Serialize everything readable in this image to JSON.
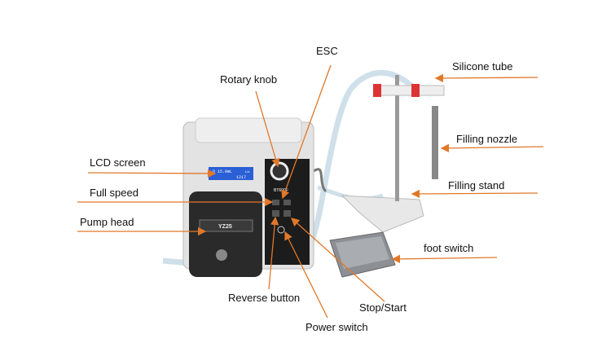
{
  "colors": {
    "arrow": "#e0782a",
    "lcd": "#2a5fd6",
    "body": "#dcdcdc",
    "pump": "#2a2a2a"
  },
  "device": {
    "model": "BT600F",
    "head": "YZ25",
    "lcd_line1": "D 15.0mL",
    "lcd_line2": "1217",
    "lcd_unit": "L/s"
  },
  "labels": {
    "esc": "ESC",
    "rotary_knob": "Rotary knob",
    "silicone_tube": "Silicone tube",
    "lcd_screen": "LCD screen",
    "filling_nozzle": "Filling nozzle",
    "full_speed": "Full speed",
    "filling_stand": "Filling stand",
    "pump_head": "Pump head",
    "foot_switch": "foot switch",
    "reverse_button": "Reverse button",
    "stop_start": "Stop/Start",
    "power_switch": "Power switch"
  }
}
